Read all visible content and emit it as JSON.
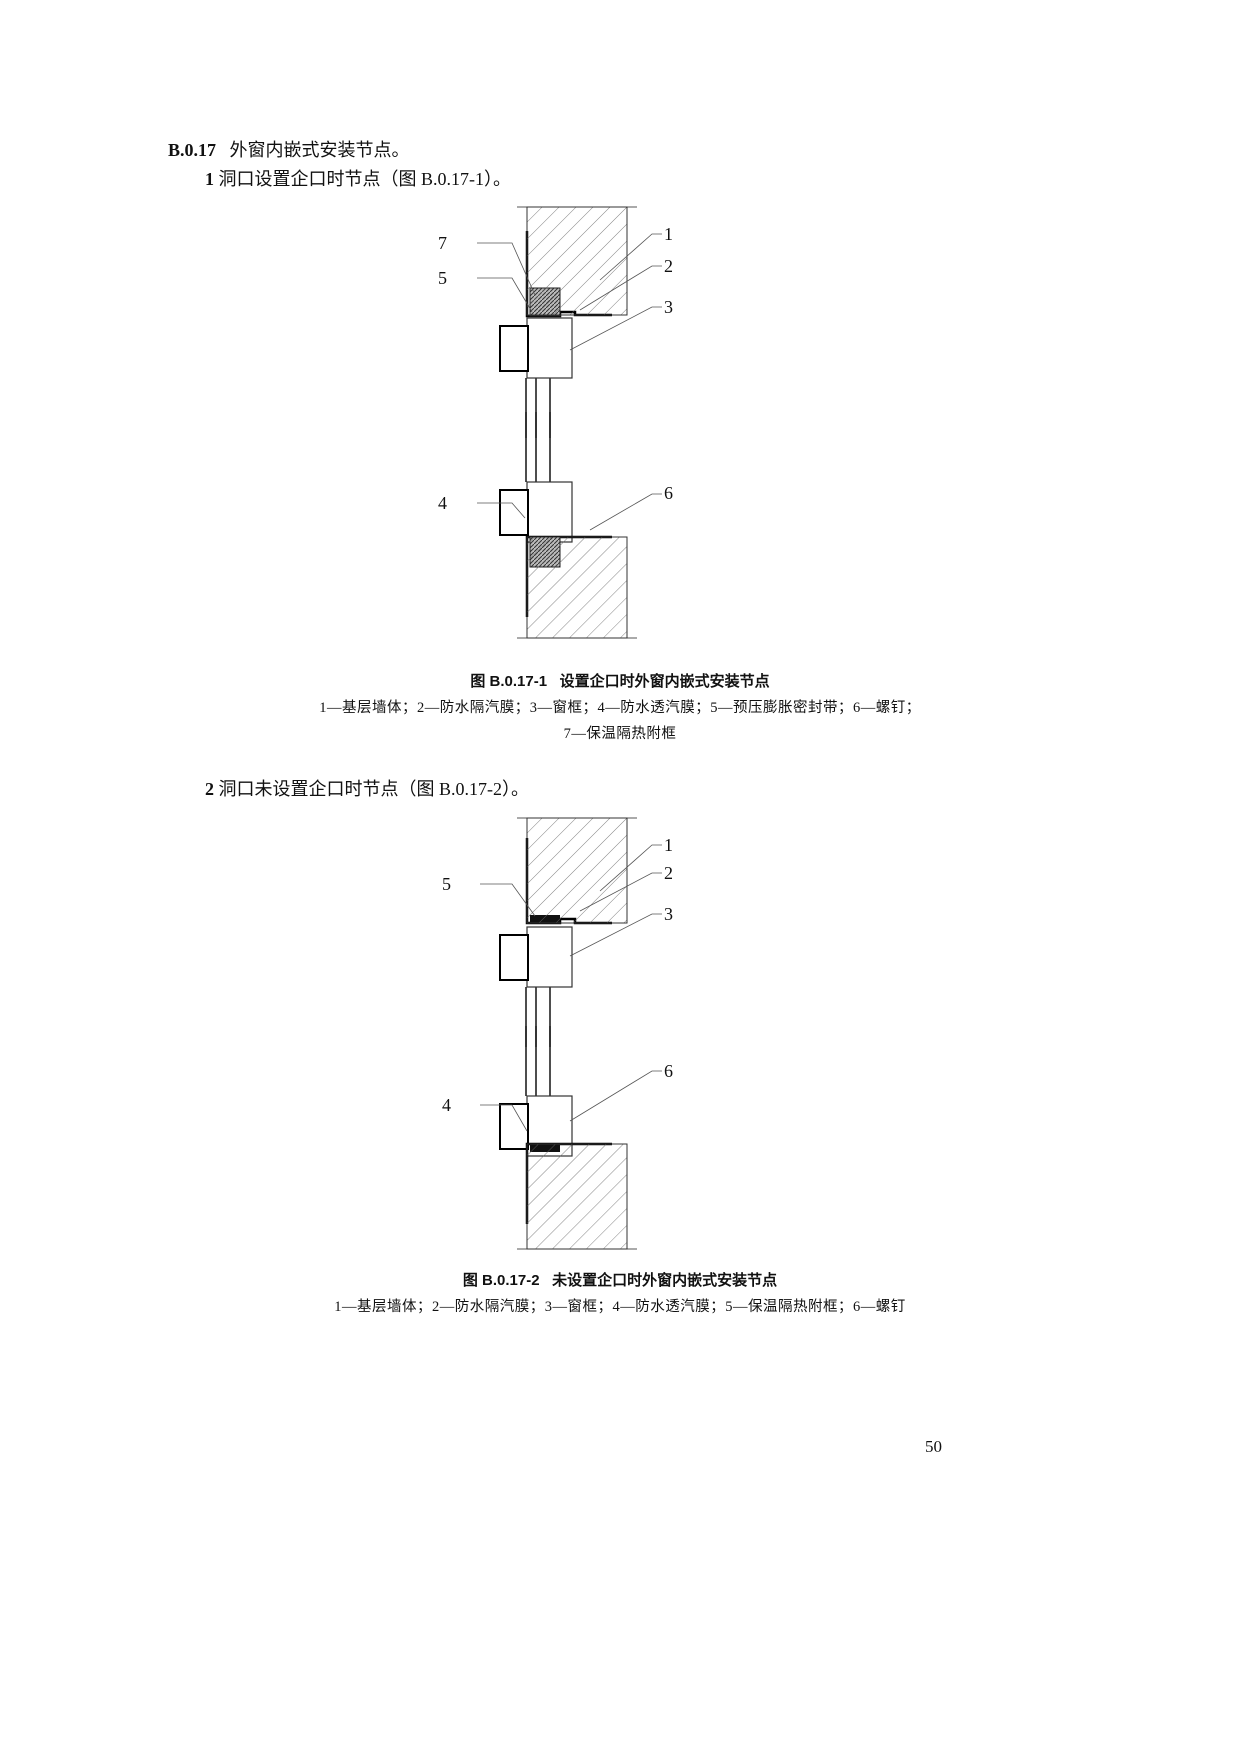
{
  "section": {
    "number": "B.0.17",
    "title": "外窗内嵌式安装节点。"
  },
  "item1": {
    "number": "1",
    "text": "洞口设置企口时节点（图 B.0.17-1）。"
  },
  "figure1": {
    "caption_num": "图 B.0.17-1",
    "caption_title": "设置企口时外窗内嵌式安装节点",
    "legend_line1": "1—基层墙体；2—防水隔汽膜；3—窗框；4—防水透汽膜；5—预压膨胀密封带；6—螺钉；",
    "legend_line2": "7—保温隔热附框",
    "labels": {
      "l1": "1",
      "l2": "2",
      "l3": "3",
      "l4": "4",
      "l5": "5",
      "l6": "6",
      "l7": "7"
    }
  },
  "item2": {
    "number": "2",
    "text": "洞口未设置企口时节点（图 B.0.17-2）。"
  },
  "figure2": {
    "caption_num": "图 B.0.17-2",
    "caption_title": "未设置企口时外窗内嵌式安装节点",
    "legend_line1": "1—基层墙体；2—防水隔汽膜；3—窗框；4—防水透汽膜；5—保温隔热附框；6—螺钉",
    "labels": {
      "l1": "1",
      "l2": "2",
      "l3": "3",
      "l4": "4",
      "l5": "5",
      "l6": "6"
    }
  },
  "page_number": "50"
}
